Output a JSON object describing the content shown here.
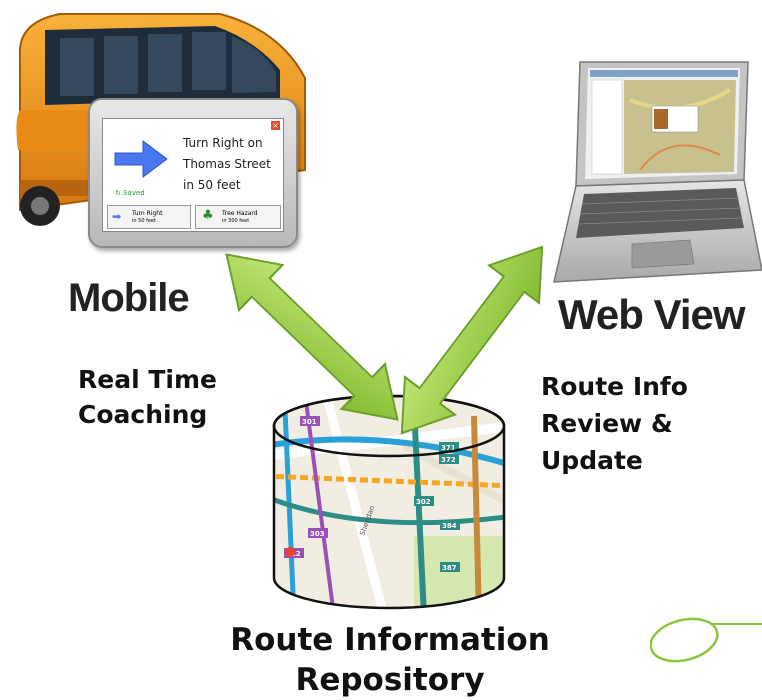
{
  "labels": {
    "mobile": "Mobile",
    "web_view": "Web View",
    "real_time_coaching": [
      "Real Time",
      "Coaching"
    ],
    "route_info": [
      "Route Info",
      "Review &",
      "Update"
    ],
    "repository": [
      "Route Information",
      "Repository"
    ]
  },
  "device": {
    "instruction_lines": [
      "Turn Right on",
      "Thomas Street",
      "in 50 feet"
    ],
    "status": "Saved",
    "next1": "Turn Right",
    "next1_sub": "in 50 feet",
    "next2": "Tree Hazard",
    "next2_sub": "in 300 feet"
  },
  "map_labels": {
    "r1": "371",
    "r2": "372",
    "r3": "301",
    "r4": "312",
    "r5": "303",
    "r6": "302",
    "r7": "384",
    "r8": "387",
    "street": "Sheridan"
  },
  "colors": {
    "arrow_green": "#9ccc3a",
    "bus_orange": "#f59a1a",
    "route_blue": "#2aa0d8",
    "route_purple": "#9b4fb8",
    "route_teal": "#2c8c86"
  }
}
